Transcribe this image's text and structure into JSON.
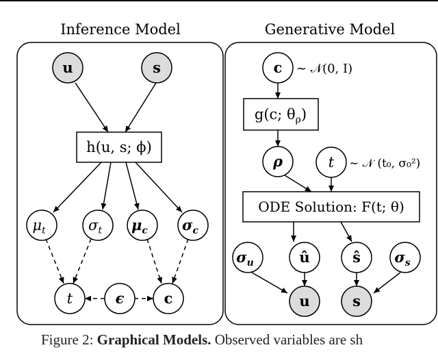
{
  "panels": {
    "inference_title": "Inference Model",
    "generative_title": "Generative Model"
  },
  "inference": {
    "nodes": {
      "u": "u",
      "s": "s",
      "mu_t": "μ",
      "mu_t_sub": "t",
      "sigma_t": "σ",
      "sigma_t_sub": "t",
      "mu_c": "μ",
      "mu_c_sub": "c",
      "sigma_c": "σ",
      "sigma_c_sub": "c",
      "t": "t",
      "eps": "ϵ",
      "c": "c"
    },
    "encoder": "h(u, s; ϕ)"
  },
  "generative": {
    "nodes": {
      "c": "c",
      "rho": "ρ",
      "t": "t",
      "sigma_u": "σ",
      "sigma_u_sub": "u",
      "u_hat": "û",
      "s_hat": "ŝ",
      "sigma_s": "σ",
      "sigma_s_sub": "s",
      "u": "u",
      "s": "s"
    },
    "prior_c": "∼ 𝒩(0, I)",
    "g_box": "g(c; θ",
    "g_box_sub": "ρ",
    "g_box_close": ")",
    "prior_t": "∼ 𝒩 (t₀, σ₀²)",
    "ode_box": "ODE Solution: F(t; θ)"
  },
  "caption": {
    "figure_label": "Figure 2:",
    "bold_title": "Graphical Models.",
    "rest": " Observed variables are sh"
  },
  "colors": {
    "observed_fill": "#dcdcdc",
    "latent_fill": "#ffffff",
    "stroke": "#000000"
  }
}
